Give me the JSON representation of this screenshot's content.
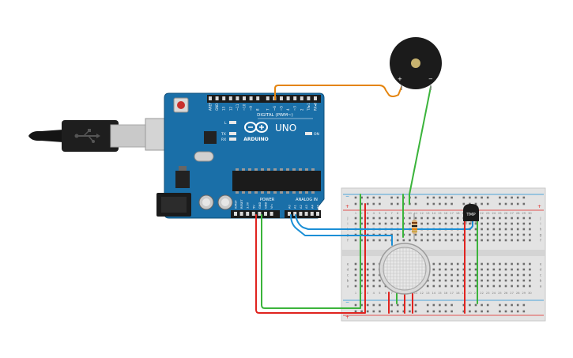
{
  "canvas": {
    "background": "#ffffff"
  },
  "arduino": {
    "brand": "ARDUINO",
    "model": "UNO",
    "digital_label": "DIGITAL (PWM~)",
    "power_label": "POWER",
    "analog_label": "ANALOG IN",
    "on_label": "ON",
    "tx_label": "TX",
    "rx_label": "RX",
    "l_label": "L",
    "digital_pins": [
      "AREF",
      "GND",
      "13",
      "12",
      "~11",
      "~10",
      "~9",
      "8",
      "7",
      "~6",
      "~5",
      "4",
      "~3",
      "2",
      "TX▸1",
      "RX◂0"
    ],
    "power_pins": [
      "IOREF",
      "RESET",
      "3.3V",
      "5V",
      "GND",
      "GND",
      "Vin"
    ],
    "analog_pins": [
      "A0",
      "A1",
      "A2",
      "A3",
      "A4",
      "A5"
    ],
    "board_color": "#1a6fa8",
    "usb_icon": "usb-symbol-icon"
  },
  "buzzer": {
    "plus_label": "+",
    "minus_label": "−",
    "body_color": "#1b1b1b"
  },
  "sensor_tmp": {
    "label": "TMP"
  },
  "gas_sensor": {
    "name": "gas-sensor"
  },
  "breadboard": {
    "row_letters_top": [
      "j",
      "i",
      "h",
      "g",
      "f"
    ],
    "row_letters_bottom": [
      "e",
      "d",
      "c",
      "b",
      "a"
    ],
    "columns": [
      "1",
      "2",
      "3",
      "4",
      "5",
      "6",
      "7",
      "8",
      "9",
      "10",
      "11",
      "12",
      "13",
      "14",
      "15",
      "16",
      "17",
      "18",
      "19",
      "20",
      "21",
      "22",
      "23",
      "24",
      "25",
      "26",
      "27",
      "28",
      "29",
      "30"
    ],
    "rail_plus": "+",
    "rail_minus": "−"
  },
  "wires": {
    "orange": "#e4840e",
    "green": "#3bb43b",
    "red": "#e0231f",
    "blue": "#1b8fd6"
  }
}
